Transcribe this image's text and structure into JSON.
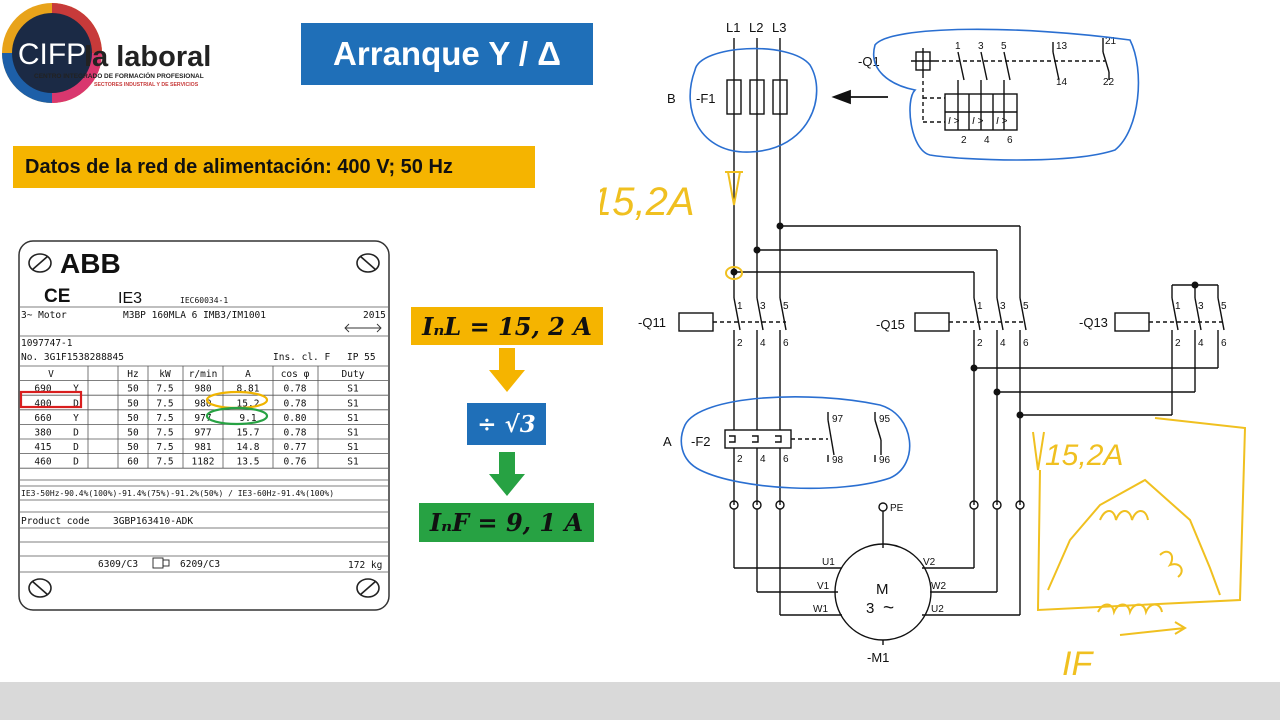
{
  "logo": {
    "mark": "CIFP",
    "name": "la laboral",
    "line1": "CENTRO INTEGRADO DE FORMACIÓN PROFESIONAL",
    "line2": "SECTORES INDUSTRIAL Y DE SERVICIOS"
  },
  "title": "Arranque Y / Δ",
  "supply_label": "Datos de la red de alimentación: 400 V; 50 Hz",
  "nameplate": {
    "brand": "ABB",
    "ce": "CE",
    "efficiency": "IE3",
    "standard": "IEC60034-1",
    "motor_type": "3~ Motor",
    "model": "M3BP 160MLA 6 IMB3/IM1001",
    "year": "2015",
    "serial": "1097747-1",
    "number": "No. 3G1F1538288845",
    "ins_class": "Ins. cl.  F",
    "ip": "IP  55",
    "headers": [
      "V",
      "Hz",
      "kW",
      "r/min",
      "A",
      "cos φ",
      "Duty"
    ],
    "rows": [
      [
        "690",
        "Y",
        "50",
        "7.5",
        "980",
        "8.81",
        "0.78",
        "S1"
      ],
      [
        "400",
        "D",
        "50",
        "7.5",
        "980",
        "15.2",
        "0.78",
        "S1"
      ],
      [
        "660",
        "Y",
        "50",
        "7.5",
        "977",
        "9.1",
        "0.80",
        "S1"
      ],
      [
        "380",
        "D",
        "50",
        "7.5",
        "977",
        "15.7",
        "0.78",
        "S1"
      ],
      [
        "415",
        "D",
        "50",
        "7.5",
        "981",
        "14.8",
        "0.77",
        "S1"
      ],
      [
        "460",
        "D",
        "60",
        "7.5",
        "1182",
        "13.5",
        "0.76",
        "S1"
      ]
    ],
    "eff_line": "IE3-50Hz-90.4%(100%)-91.4%(75%)-91.2%(50%) / IE3-60Hz-91.4%(100%)",
    "product_code_label": "Product code",
    "product_code": "3GBP163410-ADK",
    "bearing_de": "6309/C3",
    "bearing_nde": "6209/C3",
    "weight": "172 kg"
  },
  "formulas": {
    "line_current": "IₙL = 15, 2 A",
    "divide": "÷ √3",
    "phase_current": "IₙF = 9, 1 A"
  },
  "schematic": {
    "lines": [
      "L1",
      "L2",
      "L3"
    ],
    "B": "B",
    "F1": "-F1",
    "Q1": "-Q1",
    "q1_top": [
      "1",
      "3",
      "5",
      "13",
      "21"
    ],
    "q1_bottom": [
      "2",
      "4",
      "6",
      "14",
      "22"
    ],
    "ovl": "I >",
    "Q11": "-Q11",
    "Q15": "-Q15",
    "Q13": "-Q13",
    "contact_top": [
      "1",
      "3",
      "5"
    ],
    "contact_bottom": [
      "2",
      "4",
      "6"
    ],
    "A": "A",
    "F2": "-F2",
    "f2_aux_top": [
      "97",
      "95"
    ],
    "f2_aux_bottom": [
      "98",
      "96"
    ],
    "pe": "PE",
    "motor_left": [
      "U1",
      "V1",
      "W1"
    ],
    "motor_right": [
      "V2",
      "W2",
      "U2"
    ],
    "motor_label": "M",
    "motor_phase": "3",
    "motor_tilde": "~",
    "M1": "-M1",
    "hand_current_top": "15,2A",
    "hand_current_right": "15,2A",
    "hand_if": "IF"
  },
  "colors": {
    "blue": "#1f6fb8",
    "yellow": "#f5b400",
    "green": "#27a243",
    "red": "#d91e1e",
    "annotation_blue": "#2a6fd1",
    "annotation_yellow": "#f0c020"
  }
}
